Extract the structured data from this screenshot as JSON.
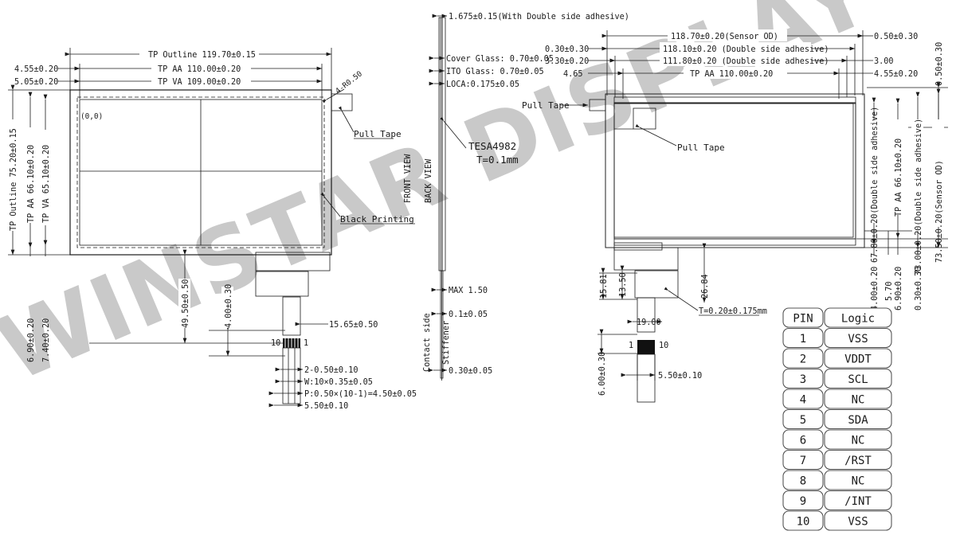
{
  "document": {
    "type": "mechanical-drawing",
    "watermark": "WINSTAR DISPLAY CO., LTD."
  },
  "left_view": {
    "top_dims": [
      "TP Outline 119.70±0.15",
      "TP AA 110.00±0.20",
      "TP VA 109.00±0.20"
    ],
    "top_left_dims": [
      "4.55±0.20",
      "5.05±0.20"
    ],
    "left_dims": [
      "TP Outline 75.20±0.15",
      "TP AA 66.10±0.20",
      "TP VA 65.10±0.20"
    ],
    "left_bottom_dims": [
      "6.90±0.20",
      "7.40±0.20"
    ],
    "origin_label": "(0,0)",
    "corner_radius": "4-R0.50",
    "callouts": [
      "Pull Tape",
      "Black Printing"
    ],
    "fpc_dims": [
      "49.50±0.50",
      "4.00±0.30",
      "15.65±0.50",
      "2-0.50±0.10",
      "W:10×0.35±0.05",
      "P:0.50×(10-1)=4.50±0.05",
      "5.50±0.10"
    ],
    "pin_end_labels": [
      "10",
      "1"
    ]
  },
  "side_view": {
    "total_thickness": "1.675±0.15(With Double side adhesive)",
    "layers": [
      "Cover Glass: 0.70±0.05",
      "ITO Glass: 0.70±0.05",
      "LOCA:0.175±0.05"
    ],
    "tape_callout_line1": "TESA4982",
    "tape_callout_line2": "T=0.1mm",
    "view_labels": [
      "FRONT VIEW",
      "BACK VIEW"
    ],
    "fpc_dims": [
      "MAX 1.50",
      "0.1±0.05",
      "0.30±0.05"
    ],
    "fpc_labels": [
      "Contact side",
      "Stiffener"
    ]
  },
  "right_view": {
    "top_dims": [
      "118.70±0.20(Sensor OD)",
      "118.10±0.20 (Double side adhesive)",
      "111.80±0.20 (Double side adhesive)",
      "TP AA 110.00±0.20"
    ],
    "top_left_dims": [
      "0.30±0.30",
      "3.30±0.20",
      "4.65"
    ],
    "top_right_dims": [
      "0.50±0.30",
      "3.00",
      "4.55±0.20"
    ],
    "far_right_dim": "0.50±0.30",
    "right_dims": [
      "67.80±0.20(Double side adhesive)",
      "TP AA 66.10±0.20",
      "73.00±0.20(Double side adhesive)",
      "73.50±0.20(Sensor OD)"
    ],
    "right_bottom_dims": [
      "4.00±0.20",
      "5.70",
      "6.90±0.20",
      "0.30±0.30"
    ],
    "callout": "Pull Tape",
    "fpc_dims": [
      "15.81",
      "13.50",
      "26.84",
      "T=0.20±0.175mm",
      "19.00",
      "6.00±0.30",
      "5.50±0.10"
    ],
    "pin_end_labels": [
      "1",
      "10"
    ]
  },
  "pin_table": {
    "headers": [
      "PIN",
      "Logic"
    ],
    "rows": [
      [
        "1",
        "VSS"
      ],
      [
        "2",
        "VDDT"
      ],
      [
        "3",
        "SCL"
      ],
      [
        "4",
        "NC"
      ],
      [
        "5",
        "SDA"
      ],
      [
        "6",
        "NC"
      ],
      [
        "7",
        "/RST"
      ],
      [
        "8",
        "NC"
      ],
      [
        "9",
        "/INT"
      ],
      [
        "10",
        "VSS"
      ]
    ]
  },
  "colors": {
    "line": "#1a1a1a",
    "gray": "#777777",
    "watermark": "#c9c9c9",
    "hatch_dark": "#555555"
  }
}
